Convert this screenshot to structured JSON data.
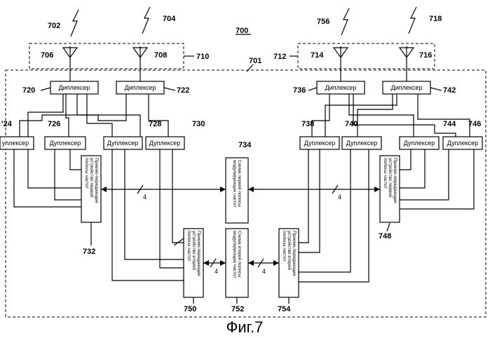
{
  "figure_caption": "Фиг.7",
  "system_ref": "700",
  "enclosure_ref": "701",
  "antenna_groups": [
    {
      "ref": "710",
      "antennas": [
        {
          "ref": "706"
        },
        {
          "ref": "708"
        }
      ],
      "signals": [
        "702",
        "704"
      ]
    },
    {
      "ref": "712",
      "antennas": [
        {
          "ref": "714"
        },
        {
          "ref": "716"
        }
      ],
      "signals": [
        "756",
        "718"
      ]
    }
  ],
  "diplexers": [
    {
      "ref": "720",
      "label": "Диплексер"
    },
    {
      "ref": "722",
      "label": "Диплексер"
    },
    {
      "ref": "736",
      "label": "Диплексер"
    },
    {
      "ref": "742",
      "label": "Диплексер"
    }
  ],
  "duplexers": [
    {
      "ref": "'24",
      "label": "уплексер"
    },
    {
      "ref": "726",
      "label": "Дуплексер"
    },
    {
      "ref": "728",
      "label": "Дуплексер"
    },
    {
      "ref": "730",
      "label": "Дуплексер"
    },
    {
      "ref": "738",
      "label": "Дуплексер"
    },
    {
      "ref": "740",
      "label": "Дуплексер"
    },
    {
      "ref": "744",
      "label": "Дуплексер"
    },
    {
      "ref": "746",
      "label": "Дуплексер"
    }
  ],
  "transceivers": [
    {
      "ref": "732",
      "lines": [
        "Приемо-передающее",
        "устройство первой",
        "полосы частот"
      ]
    },
    {
      "ref": "748",
      "lines": [
        "Приемо-передающее",
        "устройство первой",
        "полосы частот"
      ]
    },
    {
      "ref": "750",
      "lines": [
        "Приемо-передающее",
        "устройство второй",
        "полосы частот"
      ]
    },
    {
      "ref": "754",
      "lines": [
        "Приемо-передающее",
        "устройство второй",
        "полосы частот"
      ]
    }
  ],
  "modulators": [
    {
      "ref": "734",
      "lines": [
        "Схема первой полосы",
        "модулирующих частот"
      ]
    },
    {
      "ref": "752",
      "lines": [
        "Схема второй полосы",
        "модулирующих частот"
      ]
    }
  ],
  "bus_width": "4"
}
